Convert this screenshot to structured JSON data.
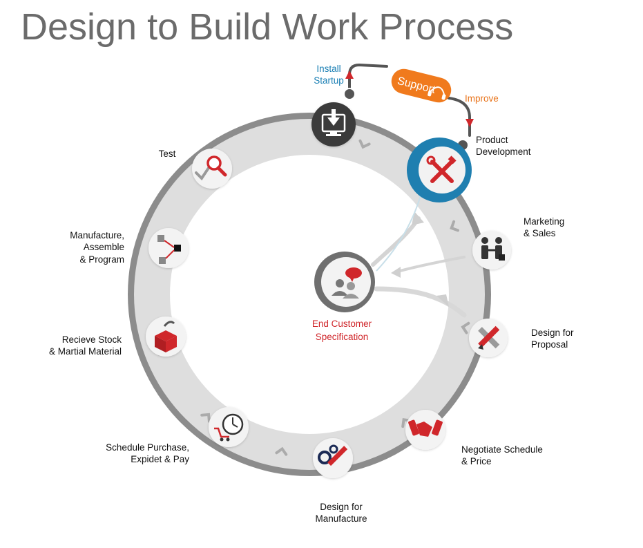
{
  "title": "Design to Build Work Process",
  "colors": {
    "ring_outer": "#8c8c8c",
    "ring_band": "#dcdcdc",
    "accent_red": "#d0272b",
    "accent_blue": "#1f7fb0",
    "accent_orange": "#f07a1d",
    "chevron": "#ababab"
  },
  "top": {
    "install": {
      "line1": "Install",
      "line2": "Startup"
    },
    "support": "Support",
    "improve": "Improve"
  },
  "center": {
    "line1": "End Customer",
    "line2": "Specification",
    "icon": "people-speech-icon"
  },
  "stages": [
    {
      "id": "install",
      "icon": "install-download-icon"
    },
    {
      "id": "product-development",
      "icon": "tools-icon",
      "line1": "Product",
      "line2": "Development"
    },
    {
      "id": "marketing-sales",
      "icon": "handshake-people-icon",
      "line1": "Marketing",
      "line2": "& Sales"
    },
    {
      "id": "design-proposal",
      "icon": "ruler-pencil-icon",
      "line1": "Design for",
      "line2": "Proposal"
    },
    {
      "id": "negotiate",
      "icon": "handshake-icon",
      "line1": "Negotiate Schedule",
      "line2": "& Price"
    },
    {
      "id": "design-manufacture",
      "icon": "gears-pencil-icon",
      "line1": "Design for",
      "line2": "Manufacture"
    },
    {
      "id": "schedule-purchase",
      "icon": "clock-cart-icon",
      "line1": "Schedule Purchase,",
      "line2": "Expidet & Pay"
    },
    {
      "id": "receive-stock",
      "icon": "box-icon",
      "line1": "Recieve Stock",
      "line2": "& Martial Material"
    },
    {
      "id": "manufacture",
      "icon": "flow-nodes-icon",
      "line1": "Manufacture,",
      "line2": "Assemble",
      "line3": "& Program"
    },
    {
      "id": "test",
      "icon": "magnifier-check-icon",
      "line1": "Test"
    }
  ]
}
